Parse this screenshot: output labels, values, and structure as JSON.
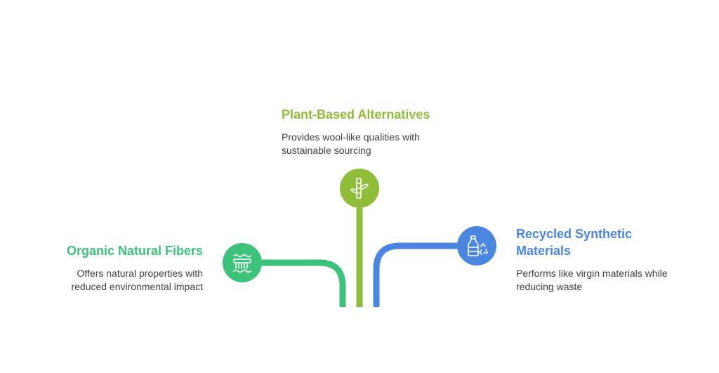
{
  "colors": {
    "green": "#3cc27a",
    "olive": "#8fbd3a",
    "blue": "#4a86e0"
  },
  "items": [
    {
      "title": "Plant-Based Alternatives",
      "description_line1": "Provides wool-like qualities with",
      "description_line2": "sustainable sourcing",
      "icon": "bamboo-icon"
    },
    {
      "title": "Organic Natural Fibers",
      "description_line1": "Offers natural properties with",
      "description_line2": "reduced environmental impact",
      "icon": "comb-icon"
    },
    {
      "title_line1": "Recycled Synthetic",
      "title_line2": "Materials",
      "description_line1": "Performs like virgin materials while",
      "description_line2": "reducing waste",
      "icon": "recycled-bottle-icon"
    }
  ]
}
